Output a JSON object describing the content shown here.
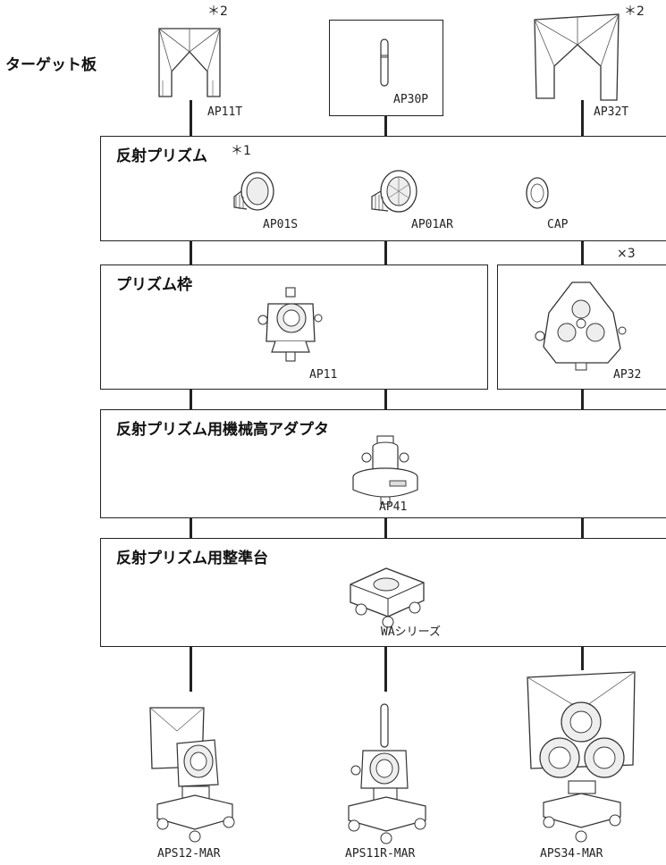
{
  "target_label": "ターゲット板",
  "targets": {
    "ap11t": {
      "code": "AP11T",
      "note": "＊2"
    },
    "ap30p": {
      "code": "AP30P"
    },
    "ap32t": {
      "code": "AP32T",
      "note": "＊2"
    }
  },
  "prisms": {
    "title": "反射プリズム",
    "title_note": "＊1",
    "items": [
      "AP01S",
      "AP01AR",
      "CAP"
    ]
  },
  "holders": {
    "title": "プリズム枠",
    "ap11": "AP11",
    "ap32": "AP32",
    "ap32_qty": "×3"
  },
  "adapter": {
    "title": "反射プリズム用機械高アダプタ",
    "model": "AP41"
  },
  "tribrach": {
    "title": "反射プリズム用整準台",
    "model": "WAシリーズ"
  },
  "assemblies": [
    "APS12-MAR",
    "APS11R-MAR",
    "APS34-MAR"
  ]
}
